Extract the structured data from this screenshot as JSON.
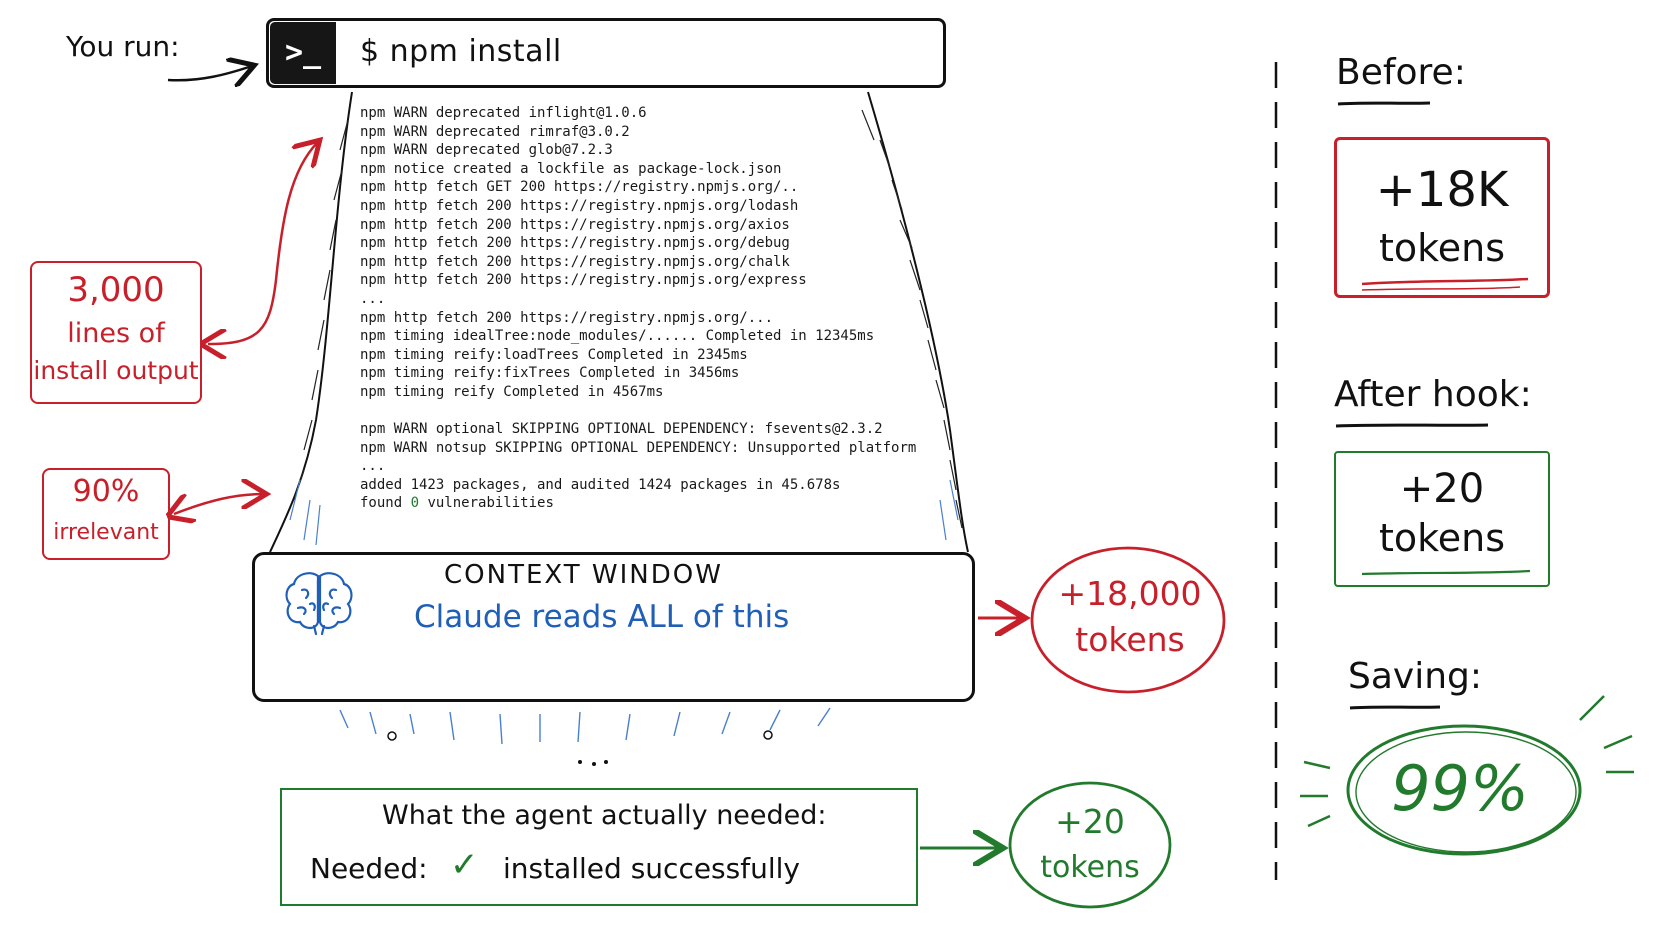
{
  "annotations": {
    "you_run": "You run:",
    "lines_count": "3,000",
    "lines_text_1": "lines of",
    "lines_text_2": "install output",
    "irrelevant_pct": "90%",
    "irrelevant_text": "irrelevant"
  },
  "terminal": {
    "icon": "terminal-icon",
    "icon_glyph": ">_",
    "command": "$ npm install"
  },
  "log": {
    "lines": [
      "npm WARN deprecated inflight@1.0.6",
      "npm WARN deprecated rimraf@3.0.2",
      "npm WARN deprecated glob@7.2.3",
      "npm notice created a lockfile as package-lock.json",
      "npm http fetch GET 200 https://registry.npmjs.org/..",
      "npm http fetch 200 https://registry.npmjs.org/lodash",
      "npm http fetch 200 https://registry.npmjs.org/axios",
      "npm http fetch 200 https://registry.npmjs.org/debug",
      "npm http fetch 200 https://registry.npmjs.org/chalk",
      "npm http fetch 200 https://registry.npmjs.org/express",
      "...",
      "npm http fetch 200 https://registry.npmjs.org/...",
      "npm timing idealTree:node_modules/...... Completed in 12345ms",
      "npm timing reify:loadTrees Completed in 2345ms",
      "npm timing reify:fixTrees Completed in 3456ms",
      "npm timing reify Completed in 4567ms",
      "",
      "npm WARN optional SKIPPING OPTIONAL DEPENDENCY: fsevents@2.3.2",
      "npm WARN notsup SKIPPING OPTIONAL DEPENDENCY: Unsupported platform",
      "...",
      "added 1423 packages, and audited 1424 packages in 45.678s"
    ],
    "found_prefix": "found ",
    "found_count": "0",
    "found_suffix": " vulnerabilities"
  },
  "context_window": {
    "title": "CONTEXT WINDOW",
    "subtitle": "Claude reads ALL of this",
    "icon": "brain-icon",
    "tokens_line1": "+18,000",
    "tokens_line2": "tokens"
  },
  "needed": {
    "title": "What the agent actually needed:",
    "label": "Needed:",
    "check": "✓",
    "value": "installed successfully",
    "tokens_line1": "+20",
    "tokens_line2": "tokens"
  },
  "summary": {
    "before_label": "Before:",
    "before_value": "+18K",
    "before_unit": "tokens",
    "after_label": "After hook:",
    "after_value": "+20",
    "after_unit": "tokens",
    "saving_label": "Saving:",
    "saving_value": "99%"
  },
  "colors": {
    "red": "#c8202a",
    "green": "#227a2c",
    "blue": "#1f5fb8",
    "ink": "#111111"
  }
}
